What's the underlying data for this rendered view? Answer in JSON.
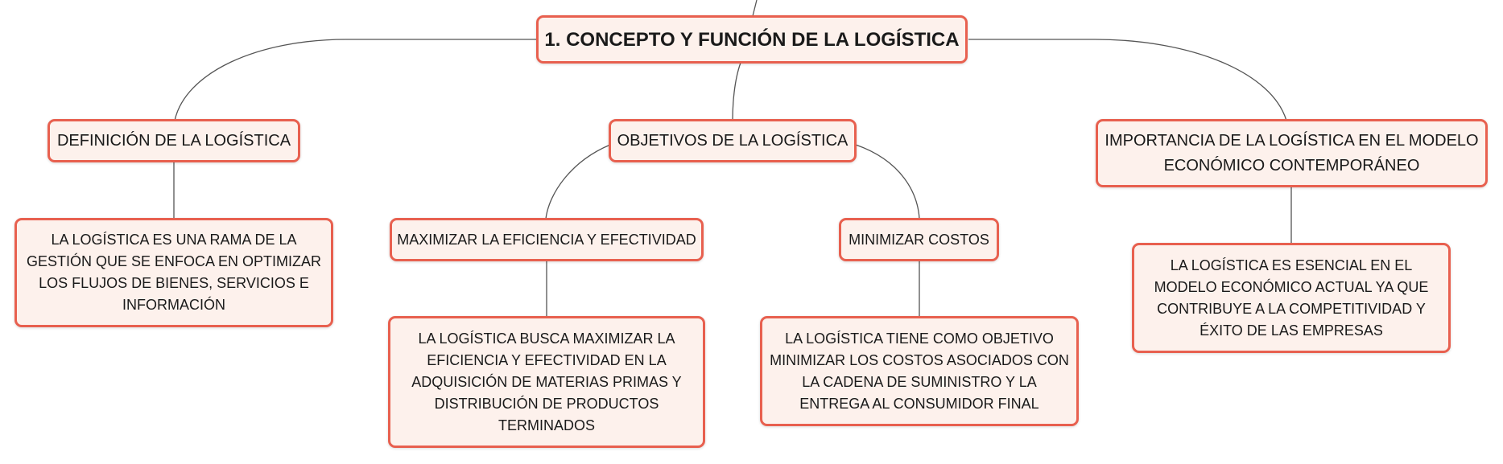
{
  "root": {
    "label": "1. CONCEPTO Y FUNCIÓN DE LA LOGÍSTICA"
  },
  "definicion": {
    "label": "DEFINICIÓN DE LA LOGÍSTICA",
    "detail": "LA LOGÍSTICA ES UNA RAMA DE LA GESTIÓN QUE SE ENFOCA EN OPTIMIZAR LOS FLUJOS DE BIENES, SERVICIOS E INFORMACIÓN"
  },
  "objetivos": {
    "label": "OBJETIVOS DE LA LOGÍSTICA",
    "maximizar": {
      "label": "MAXIMIZAR LA EFICIENCIA Y EFECTIVIDAD",
      "detail": "LA LOGÍSTICA BUSCA MAXIMIZAR LA EFICIENCIA Y EFECTIVIDAD EN LA ADQUISICIÓN DE MATERIAS PRIMAS Y DISTRIBUCIÓN DE PRODUCTOS TERMINADOS"
    },
    "minimizar": {
      "label": "MINIMIZAR COSTOS",
      "detail": "LA LOGÍSTICA TIENE COMO OBJETIVO MINIMIZAR LOS COSTOS ASOCIADOS CON LA CADENA DE SUMINISTRO Y LA ENTREGA AL CONSUMIDOR FINAL"
    }
  },
  "importancia": {
    "label": "IMPORTANCIA DE LA LOGÍSTICA EN EL MODELO ECONÓMICO CONTEMPORÁNEO",
    "detail": "LA LOGÍSTICA ES ESENCIAL EN EL MODELO ECONÓMICO ACTUAL YA QUE CONTRIBUYE A LA COMPETITIVIDAD Y ÉXITO DE LAS EMPRESAS"
  },
  "colors": {
    "node_border": "#e8604f",
    "node_fill": "#fdf1ec",
    "connector": "#555555"
  }
}
